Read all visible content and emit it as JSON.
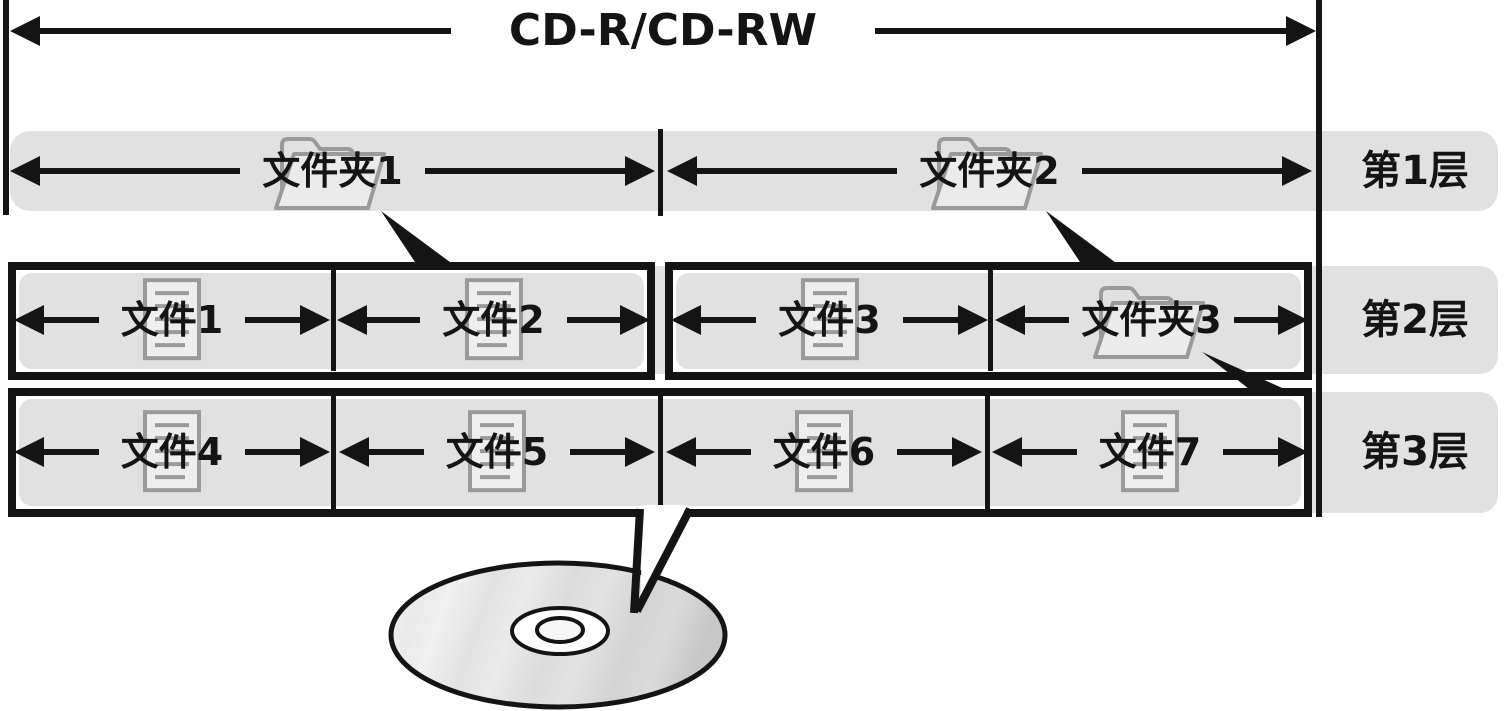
{
  "title": "CD-R/CD-RW",
  "levels": [
    {
      "side_label": "第1层",
      "cells": [
        "文件夹1",
        "文件夹2"
      ]
    },
    {
      "side_label": "第2层",
      "cells": [
        "文件1",
        "文件2",
        "文件3",
        "文件夹3"
      ]
    },
    {
      "side_label": "第3层",
      "cells": [
        "文件4",
        "文件5",
        "文件6",
        "文件7"
      ]
    }
  ],
  "icons": {
    "folder": "open-folder-icon",
    "document": "document-icon",
    "disc": "cd-disc-icon"
  },
  "colors": {
    "background": "#ffffff",
    "row_bg": "#e1e1e1",
    "line": "#141414",
    "icon_gray": "#9a9a9a"
  }
}
